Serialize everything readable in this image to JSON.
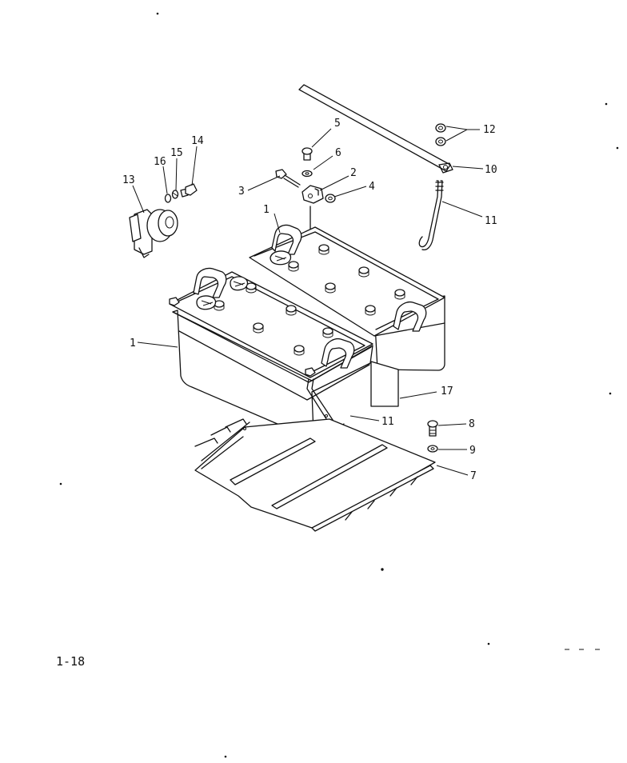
{
  "page_label": "1-18",
  "callouts": [
    {
      "id": "c1a",
      "text": "1"
    },
    {
      "id": "c1b",
      "text": "1"
    },
    {
      "id": "c2",
      "text": "2"
    },
    {
      "id": "c3",
      "text": "3"
    },
    {
      "id": "c4",
      "text": "4"
    },
    {
      "id": "c5",
      "text": "5"
    },
    {
      "id": "c6",
      "text": "6"
    },
    {
      "id": "c7",
      "text": "7"
    },
    {
      "id": "c8",
      "text": "8"
    },
    {
      "id": "c9",
      "text": "9"
    },
    {
      "id": "c10",
      "text": "10"
    },
    {
      "id": "c11a",
      "text": "11"
    },
    {
      "id": "c11b",
      "text": "11"
    },
    {
      "id": "c12",
      "text": "12"
    },
    {
      "id": "c13",
      "text": "13"
    },
    {
      "id": "c14",
      "text": "14"
    },
    {
      "id": "c15",
      "text": "15"
    },
    {
      "id": "c16",
      "text": "16"
    },
    {
      "id": "c17",
      "text": "17"
    }
  ]
}
